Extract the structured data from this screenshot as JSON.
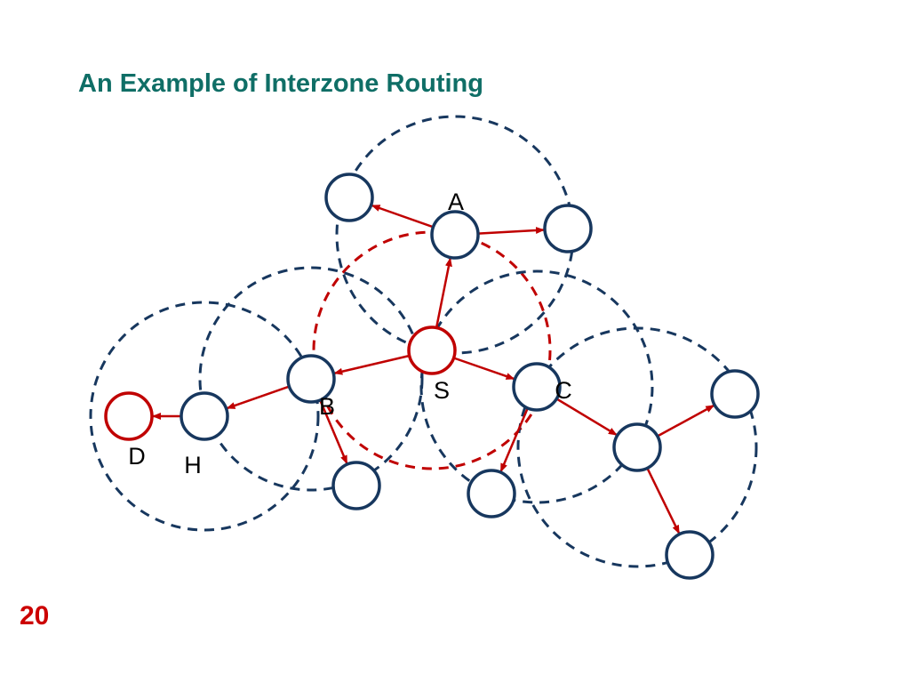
{
  "slide": {
    "title": "An Example of Interzone Routing",
    "page_number": "20"
  },
  "colors": {
    "title": "#0f6e66",
    "zone": "#17375e",
    "node": "#17375e",
    "highlight": "#c00000",
    "page_number": "#cc0000"
  },
  "diagram": {
    "nodes": [
      {
        "id": "n1",
        "label": ""
      },
      {
        "id": "A",
        "label": "A"
      },
      {
        "id": "n3",
        "label": ""
      },
      {
        "id": "S",
        "label": "S"
      },
      {
        "id": "B",
        "label": "B"
      },
      {
        "id": "H",
        "label": "H"
      },
      {
        "id": "D",
        "label": "D"
      },
      {
        "id": "n8",
        "label": ""
      },
      {
        "id": "C",
        "label": "C"
      },
      {
        "id": "n10",
        "label": ""
      },
      {
        "id": "n11",
        "label": ""
      },
      {
        "id": "n12",
        "label": ""
      },
      {
        "id": "n13",
        "label": ""
      }
    ],
    "zones": [
      {
        "center": "A"
      },
      {
        "center": "S"
      },
      {
        "center": "B"
      },
      {
        "center": "H"
      },
      {
        "center": "C"
      },
      {
        "center": "n11"
      }
    ],
    "edges": [
      {
        "from": "S",
        "to": "A"
      },
      {
        "from": "A",
        "to": "n1"
      },
      {
        "from": "A",
        "to": "n3"
      },
      {
        "from": "S",
        "to": "B"
      },
      {
        "from": "S",
        "to": "C"
      },
      {
        "from": "B",
        "to": "H"
      },
      {
        "from": "H",
        "to": "D"
      },
      {
        "from": "B",
        "to": "n8"
      },
      {
        "from": "C",
        "to": "n10"
      },
      {
        "from": "C",
        "to": "n11"
      },
      {
        "from": "n11",
        "to": "n12"
      },
      {
        "from": "n11",
        "to": "n13"
      }
    ]
  }
}
